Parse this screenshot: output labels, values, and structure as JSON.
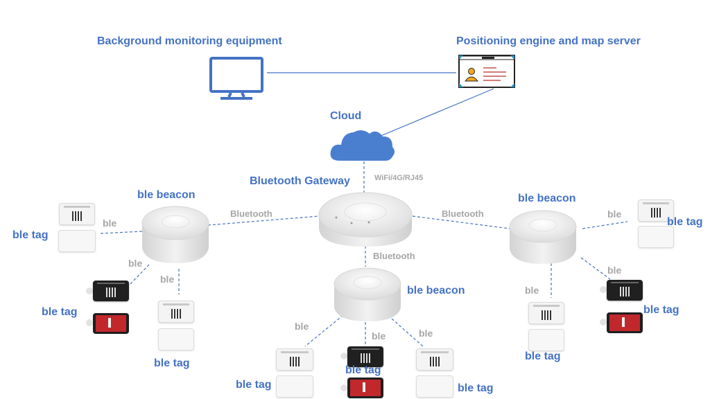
{
  "labels": {
    "background_monitoring": "Background monitoring equipment",
    "positioning_engine": "Positioning engine and map server",
    "cloud": "Cloud",
    "gateway": "Bluetooth Gateway",
    "wifi": "WiFi/4G/RJ45",
    "bluetooth": "Bluetooth",
    "ble_beacon": "ble beacon",
    "ble": "ble",
    "ble_tag": "ble tag"
  },
  "colors": {
    "label_blue": "#4472c4",
    "label_gray": "#a6a6a6",
    "line_blue": "#4472c4",
    "tag_red": "#c0282c"
  },
  "icons": [
    "monitor-icon",
    "server-card-icon",
    "cloud-icon",
    "gateway-device",
    "beacon-device",
    "ble-tag-device"
  ]
}
